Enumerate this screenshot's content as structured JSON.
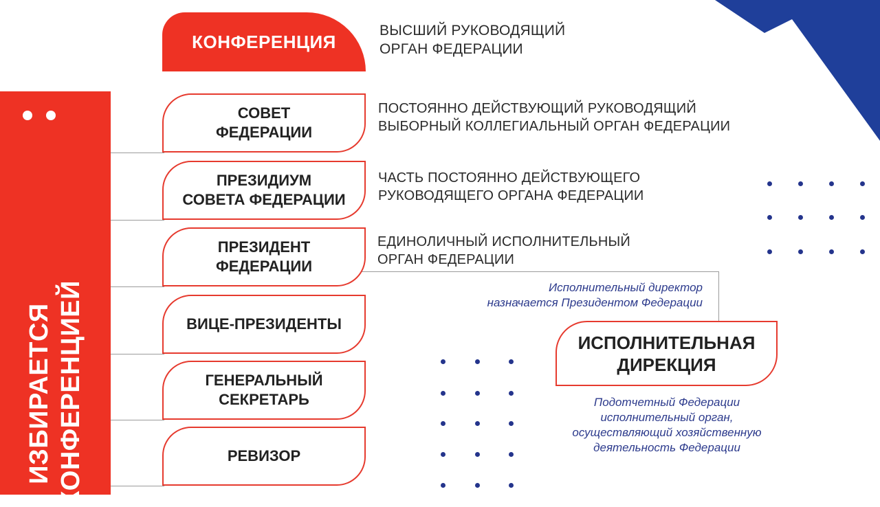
{
  "colors": {
    "accent_red": "#ee3224",
    "accent_blue": "#1f3f9a",
    "dot_blue": "#24348c"
  },
  "side_label": {
    "line1": "ИЗБИРАЕТСЯ",
    "line2": "КОНФЕРЕНЦИЕЙ"
  },
  "conference": {
    "label": "КОНФЕРЕНЦИЯ",
    "description": "ВЫСШИЙ РУКОВОДЯЩИЙ\nОРГАН ФЕДЕРАЦИИ"
  },
  "bodies": [
    {
      "label": "СОВЕТ\nФЕДЕРАЦИИ",
      "description": "ПОСТОЯННО ДЕЙСТВУЮЩИЙ РУКОВОДЯЩИЙ\nВЫБОРНЫЙ КОЛЛЕГИАЛЬНЫЙ ОРГАН ФЕДЕРАЦИИ"
    },
    {
      "label": "ПРЕЗИДИУМ\nСОВЕТА ФЕДЕРАЦИИ",
      "description": "ЧАСТЬ ПОСТОЯННО ДЕЙСТВУЮЩЕГО\nРУКОВОДЯЩЕГО ОРГАНА ФЕДЕРАЦИИ"
    },
    {
      "label": "ПРЕЗИДЕНТ\nФЕДЕРАЦИИ",
      "description": "ЕДИНОЛИЧНЫЙ ИСПОЛНИТЕЛЬНЫЙ\nОРГАН ФЕДЕРАЦИИ"
    },
    {
      "label": "ВИЦЕ-ПРЕЗИДЕНТЫ"
    },
    {
      "label": "ГЕНЕРАЛЬНЫЙ\nСЕКРЕТАРЬ"
    },
    {
      "label": "РЕВИЗОР"
    }
  ],
  "executive": {
    "appointment_note": "Исполнительный директор\nназначается Президентом Федерации",
    "label": "ИСПОЛНИТЕЛЬНАЯ\nДИРЕКЦИЯ",
    "description": "Подотчетный Федерации\nисполнительный орган,\nосуществляющий хозяйственную\nдеятельность Федерации"
  }
}
